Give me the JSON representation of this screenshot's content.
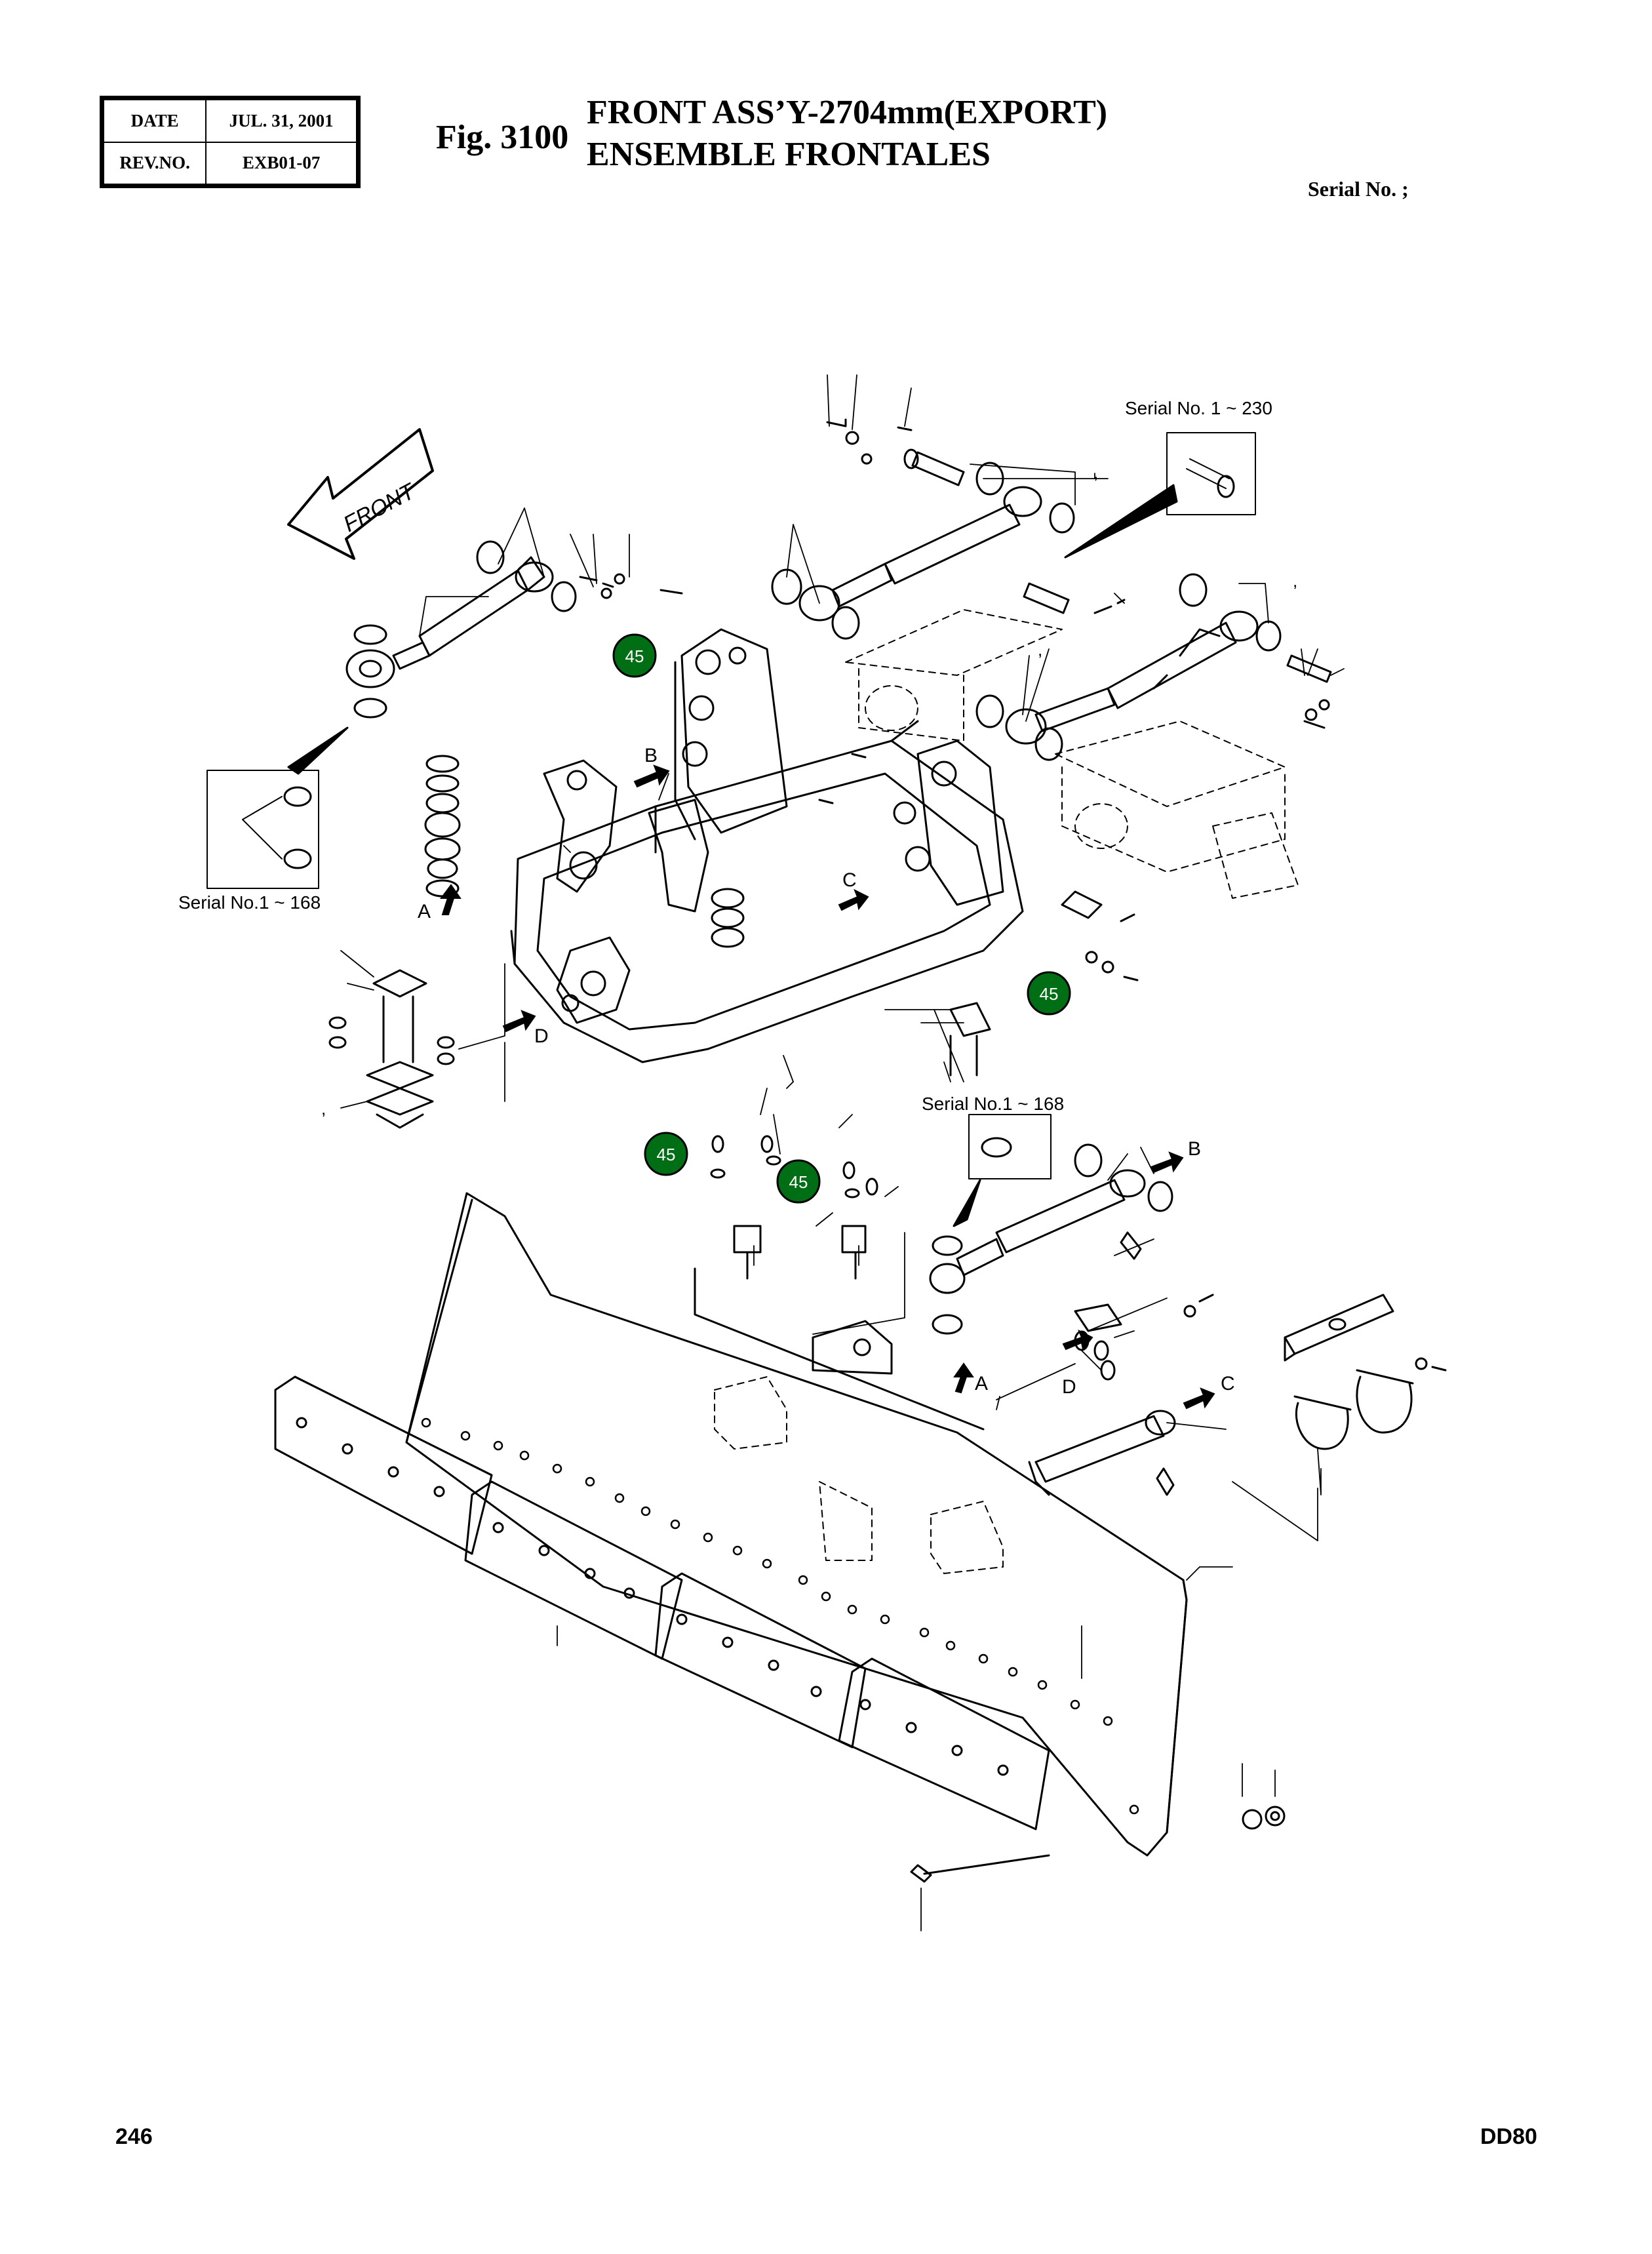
{
  "header": {
    "date_label": "DATE",
    "date_value": "JUL. 31, 2001",
    "rev_label": "REV.NO.",
    "rev_value": "EXB01-07",
    "fig_label": "Fig. 3100",
    "title_line1": "FRONT ASS’Y-2704mm(EXPORT)",
    "title_line2": "ENSEMBLE FRONTALES",
    "serial_header": "Serial No. ;"
  },
  "diagram": {
    "front_arrow": "FRONT",
    "serial_230": "Serial No. 1 ~ 230",
    "serial_168_left": "Serial No.1 ~ 168",
    "serial_168_mid": "Serial No.1 ~ 168",
    "badge": "45",
    "letters": {
      "a": "A",
      "b": "B",
      "c": "C",
      "d": "D"
    },
    "tick": ","
  },
  "footer": {
    "page_number": "246",
    "model": "DD80"
  }
}
